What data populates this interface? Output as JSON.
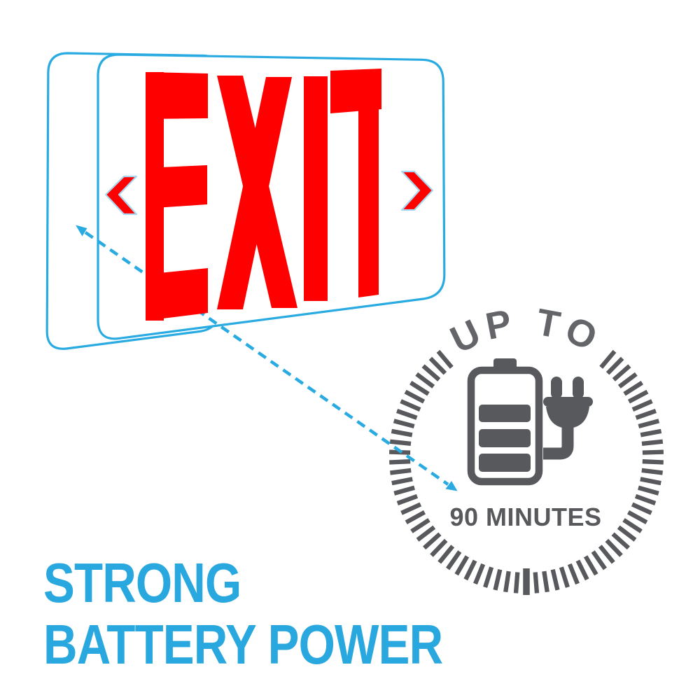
{
  "exit_sign": {
    "label": "EXIT",
    "left_chevron_icon": "chevron-left",
    "right_chevron_icon": "chevron-right",
    "panel_count": 2
  },
  "callout": {
    "arrow_icon": "dashed-double-arrow"
  },
  "badge": {
    "arc_label": "UP TO",
    "duration_label": "90 MINUTES",
    "battery_icon": "battery-charging",
    "plug_icon": "power-plug",
    "tick_ring_icon": "timer-tick-ring"
  },
  "heading": {
    "line1": "STRONG",
    "line2": "BATTERY POWER"
  },
  "colors": {
    "accent_blue": "#29ABE2",
    "heading_blue": "#29A8DF",
    "sign_red": "#FF0000",
    "chevron_outline": "#A8D8F0",
    "badge_gray": "#58595C"
  }
}
